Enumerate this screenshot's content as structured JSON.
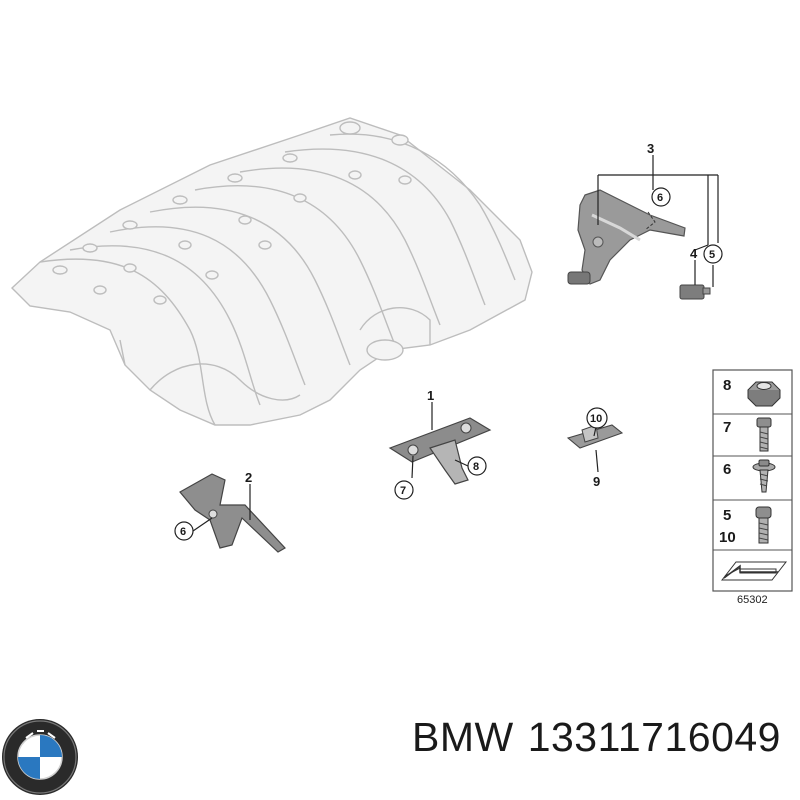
{
  "diagram": {
    "reference_number": "65302",
    "callouts": {
      "part_1": "1",
      "part_2": "2",
      "part_3": "3",
      "part_4": "4",
      "part_5_top": "5",
      "part_6_top": "6",
      "part_6_left": "6",
      "part_7": "7",
      "part_8": "8",
      "part_9": "9",
      "part_10": "10"
    },
    "legend": {
      "rows": [
        {
          "label": "8",
          "icon": "hex-nut-icon"
        },
        {
          "label": "7",
          "icon": "bolt-icon"
        },
        {
          "label": "6",
          "icon": "screw-washer-icon"
        },
        {
          "label_a": "5",
          "label_b": "10",
          "icon": "bolt-short-icon"
        },
        {
          "icon": "arrow-icon"
        }
      ]
    }
  },
  "footer": {
    "brand": "BMW",
    "part_number": "13311716049",
    "logo_icon": "bmw-roundel-icon"
  }
}
